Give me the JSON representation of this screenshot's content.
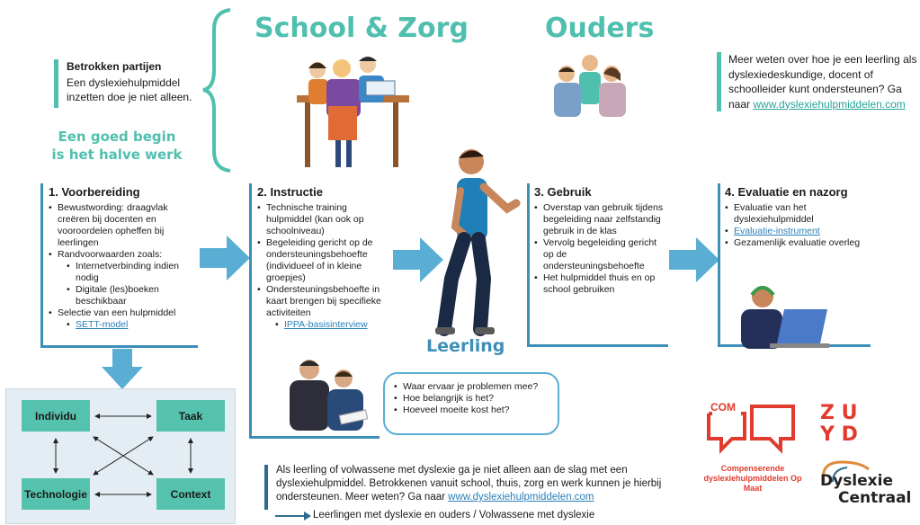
{
  "headers": {
    "school": "School & Zorg",
    "parents": "Ouders"
  },
  "betrokken": {
    "title": "Betrokken partijen",
    "body": "Een dyslexiehulpmiddel inzetten doe je niet alleen."
  },
  "slogan": {
    "line1": "Een goed begin",
    "line2": "is het halve werk"
  },
  "info_top": {
    "text": "Meer weten over hoe je een leerling als dyslexiedeskundige, docent of schoolleider kunt ondersteunen? Ga naar ",
    "link": "www.dyslexiehulpmiddelen.com"
  },
  "step1": {
    "title": "1. Voorbereiding",
    "items": [
      "Bewustwording: draagvlak creëren bij docenten en vooroordelen opheffen bij leerlingen",
      "Randvoorwaarden zoals:"
    ],
    "subitems": [
      "Internetverbinding indien nodig",
      "Digitale (les)boeken beschikbaar"
    ],
    "item3": "Selectie van een hulpmiddel",
    "link": "SETT-model"
  },
  "step2": {
    "title": "2. Instructie",
    "items": [
      "Technische training hulpmiddel  (kan ook op schoolniveau)",
      "Begeleiding gericht op de ondersteuningsbehoefte (individueel of in kleine groepjes)",
      "Ondersteuningsbehoefte in kaart brengen bij specifieke activiteiten"
    ],
    "link": "IPPA-basisinterview"
  },
  "step3": {
    "title": "3. Gebruik",
    "items": [
      "Overstap van gebruik tijdens begeleiding naar zelfstandig gebruik in de klas",
      "Vervolg begeleiding gericht op de ondersteuningsbehoefte",
      "Het hulpmiddel thuis en op school gebruiken"
    ]
  },
  "step4": {
    "title": "4. Evaluatie en nazorg",
    "item1": "Evaluatie van het dyslexiehulpmiddel",
    "link": "Evaluatie-instrument",
    "item3": "Gezamenlijk evaluatie overleg"
  },
  "leerling": "Leerling",
  "questions": [
    "Waar ervaar je problemen mee?",
    "Hoe belangrijk is het?",
    "Hoeveel moeite kost het?"
  ],
  "sett": {
    "individu": "Individu",
    "taak": "Taak",
    "technologie": "Technologie",
    "context": "Context"
  },
  "bottom": {
    "text": "Als leerling of volwassene met dyslexie ga je niet alleen aan de slag met een dyslexiehulpmiddel. Betrokkenen vanuit school, thuis, zorg en werk kunnen je hierbij ondersteunen. Meer weten? Ga naar ",
    "link": "www.dyslexiehulpmiddelen.com",
    "arrow_text": "Leerlingen met dyslexie en ouders / Volwassene met dyslexie"
  },
  "logos": {
    "com": "COM",
    "com_caption": "Compenserende dyslexiehulpmiddelen Op Maat",
    "zuyd1": "Z U",
    "zuyd2": "Y D",
    "dc1": "Dyslexie",
    "dc2": "Centraal"
  },
  "colors": {
    "teal": "#4fbfae",
    "blue": "#3d8fb8",
    "arrow": "#5aaed3",
    "red": "#e03b2e",
    "navy": "#2d6b8c"
  }
}
